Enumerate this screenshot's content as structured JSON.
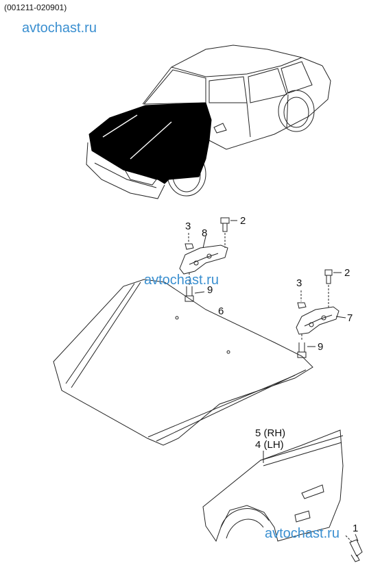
{
  "header": {
    "code": "(001211-020901)"
  },
  "watermarks": [
    "avtochast.ru",
    "avtochast.ru",
    "avtochast.ru"
  ],
  "callouts": {
    "c1": "1",
    "c2a": "2",
    "c2b": "2",
    "c3a": "3",
    "c3b": "3",
    "c4": "4 (LH)",
    "c5": "5 (RH)",
    "c6": "6",
    "c7": "7",
    "c8": "8",
    "c9a": "9",
    "c9b": "9"
  },
  "colors": {
    "watermark": "#3a8fd0",
    "line": "#222222",
    "highlight": "#000000"
  }
}
